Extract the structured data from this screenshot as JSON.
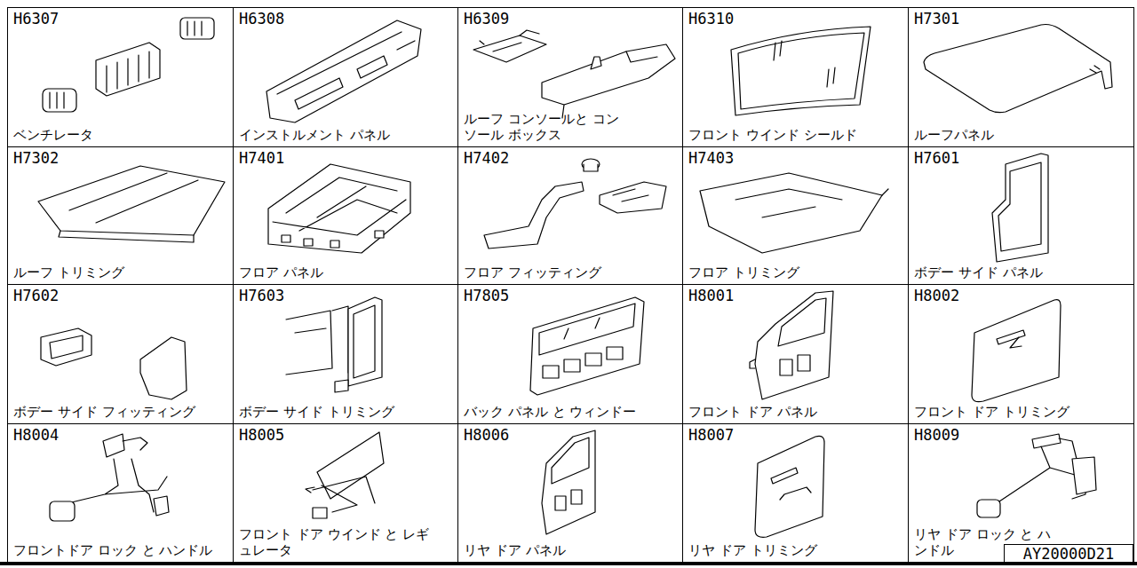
{
  "diagram": {
    "nodes": [
      {
        "text": [
          "H6307",
          "ベンチレータ"
        ]
      },
      {
        "text": [
          "H6308",
          "インストルメント パネル"
        ]
      },
      {
        "text": [
          "H6309",
          "ルーフ コンソールと コンソール ボックス"
        ]
      },
      {
        "text": [
          "H6310",
          "フロント ウインド シールド"
        ]
      },
      {
        "text": [
          "H7301",
          "ルーフパネル"
        ]
      },
      {
        "text": [
          "H7302",
          "ルーフ トリミング"
        ]
      },
      {
        "text": [
          "H7401",
          "フロア パネル"
        ]
      },
      {
        "text": [
          "H7402",
          "フロア フィッティング"
        ]
      },
      {
        "text": [
          "H7403",
          "フロア トリミング"
        ]
      },
      {
        "text": [
          "H7601",
          "ボデー サイド パネル"
        ]
      },
      {
        "text": [
          "H7602",
          "ボデー サイド フィッティング"
        ]
      },
      {
        "text": [
          "H7603",
          "ボデー サイド トリミング"
        ]
      },
      {
        "text": [
          "H7805",
          "バック パネル と ウィンドー"
        ]
      },
      {
        "text": [
          "H8001",
          "フロント ドア パネル"
        ]
      },
      {
        "text": [
          "H8002",
          "フロント ドア トリミング"
        ]
      },
      {
        "text": [
          "H8004",
          "フロントドア ロック と ハンドル"
        ]
      },
      {
        "text": [
          "H8005",
          "フロント ドア ウインド と レギュレータ"
        ]
      },
      {
        "text": [
          "H8006",
          "リヤ ドア パネル"
        ]
      },
      {
        "text": [
          "H8007",
          "リヤ ドア トリミング"
        ]
      },
      {
        "text": [
          "H8009",
          "リヤ ドア ロック と ハンドル"
        ]
      },
      {
        "text": [
          "AY20000D21"
        ]
      }
    ]
  }
}
